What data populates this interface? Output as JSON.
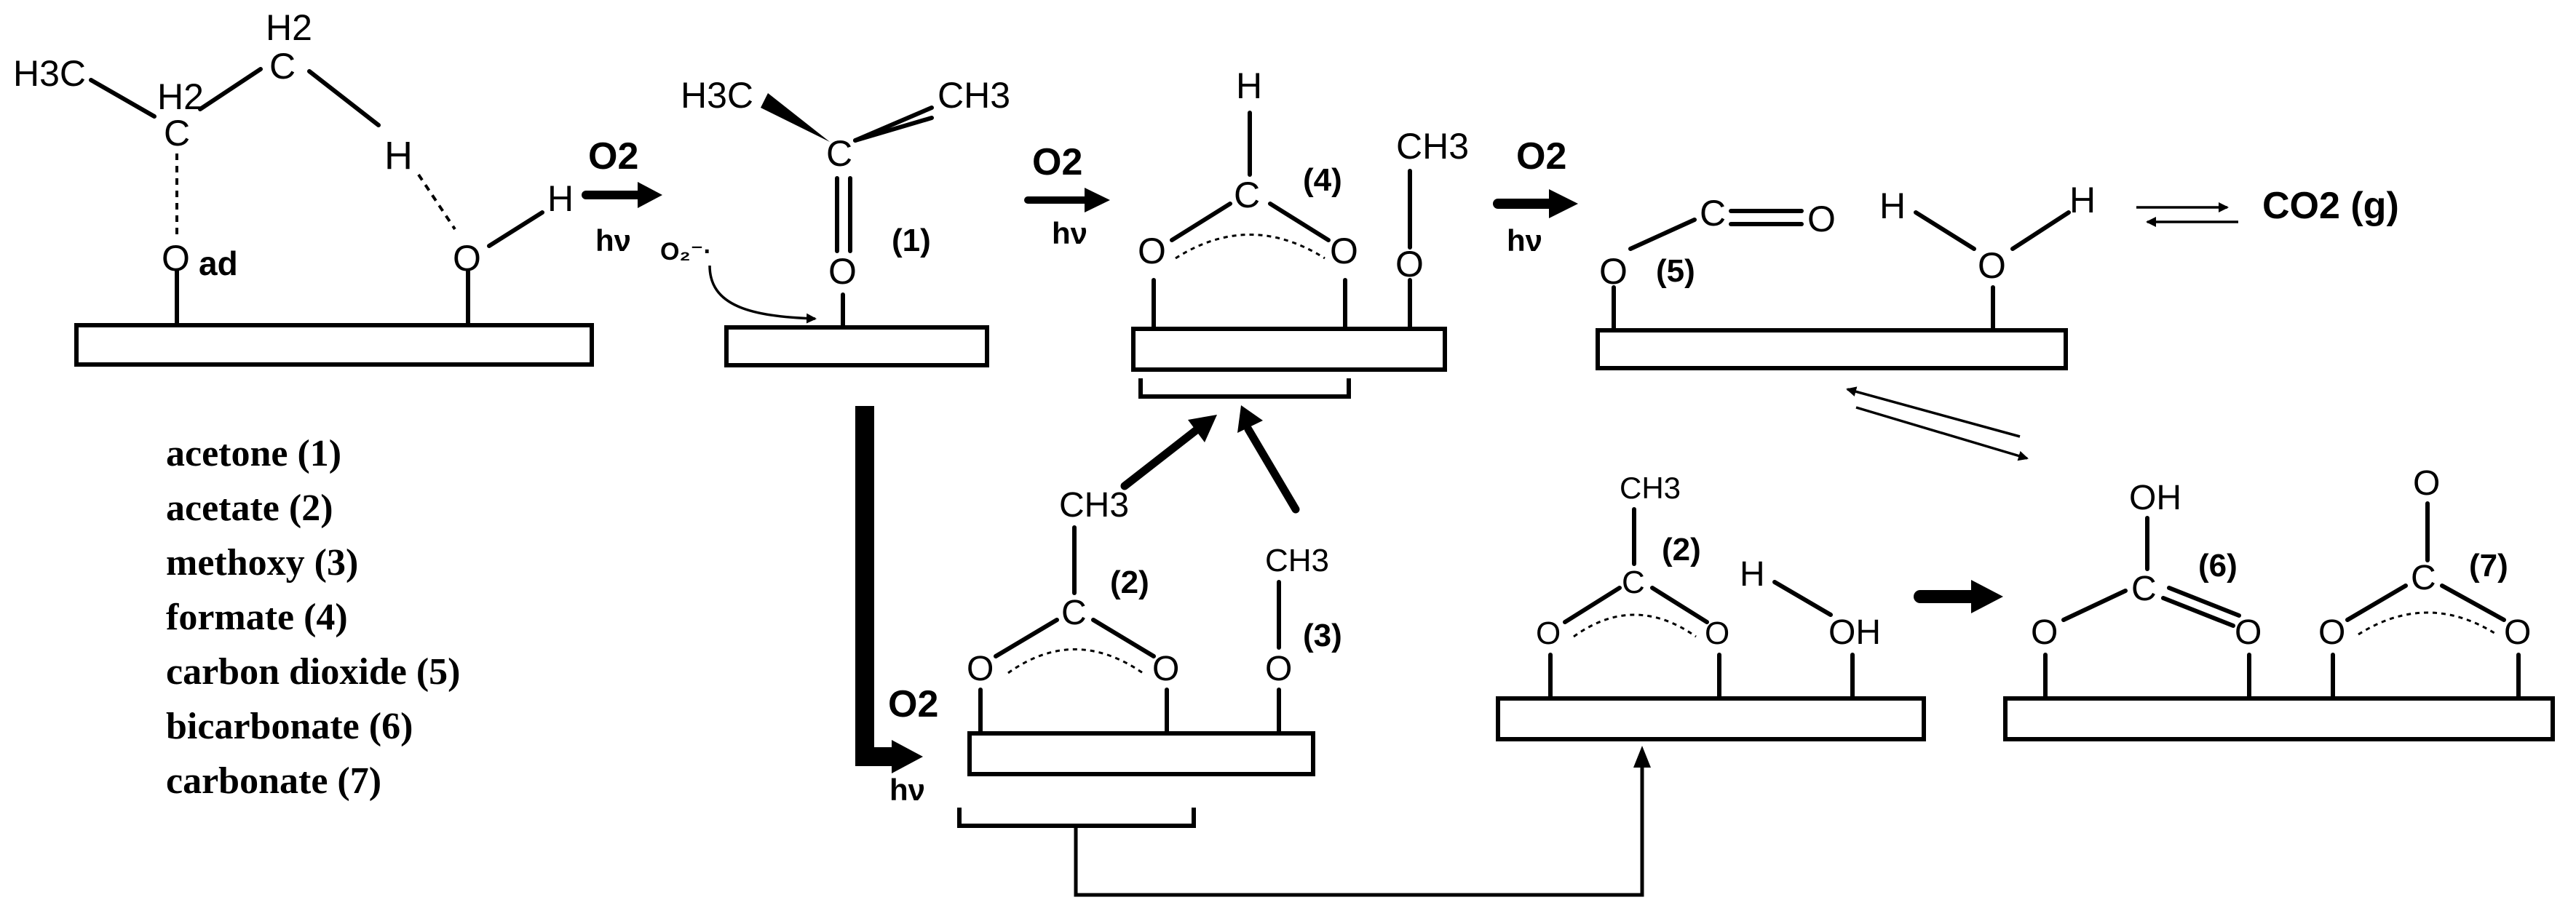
{
  "labels": {
    "ch3": "CH3",
    "h3c": "H3C",
    "h2": "H2",
    "o": "O",
    "c": "C",
    "h": "H",
    "oh": "OH",
    "ad": "ad",
    "o2": "O2",
    "hv": "hν",
    "superoxide": "O₂⁻·",
    "co2g": "CO2 (g)"
  },
  "species_numbers": [
    "(1)",
    "(2)",
    "(3)",
    "(4)",
    "(5)",
    "(6)",
    "(7)"
  ],
  "legend": [
    "acetone (1)",
    "acetate (2)",
    "methoxy (3)",
    "formate (4)",
    "carbon dioxide (5)",
    "bicarbonate (6)",
    "carbonate (7)"
  ]
}
